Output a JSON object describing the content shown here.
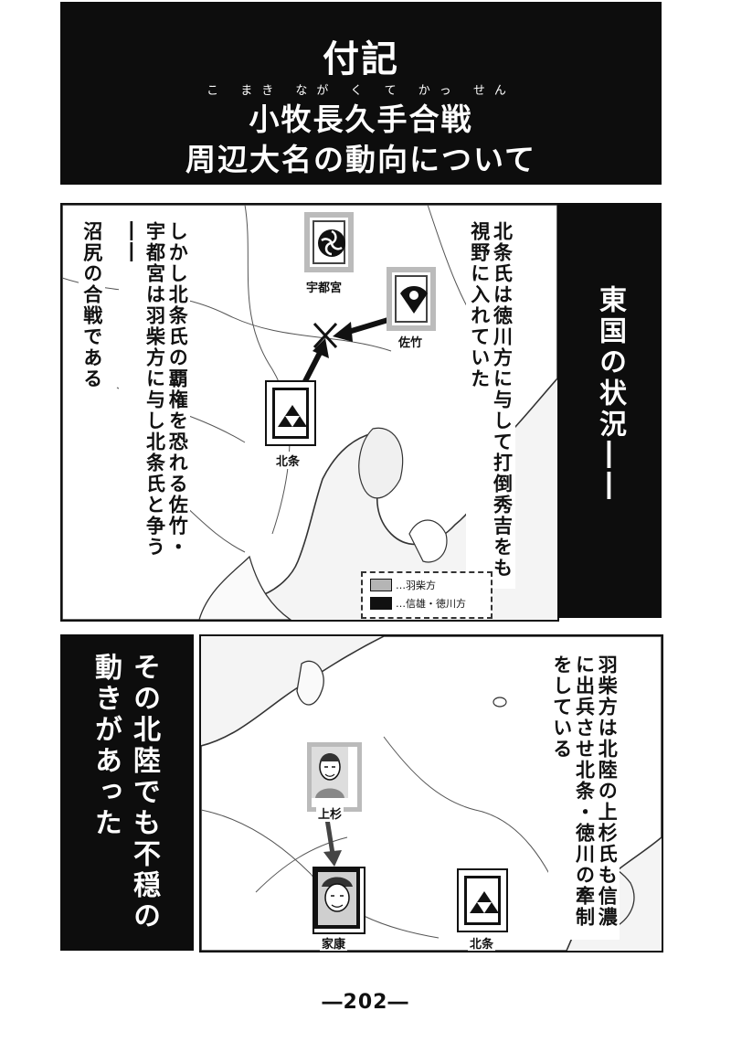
{
  "banner": {
    "title": "付記",
    "ruby": "こ まき なが く て かっ せん",
    "subtitle": "小牧長久手合戦",
    "subtitle2": "周辺大名の動向について"
  },
  "east": {
    "heading": "東国の状況――",
    "caption_right": "北条氏は徳川方に与して打倒秀吉をも視野に入れていた",
    "caption_left_1": "しかし北条氏の覇権を恐れる佐竹・宇都宮は羽柴方に与し北条氏と争う――",
    "caption_left_2": "沼尻の合戦である",
    "label_utsunomiya": "宇都宮",
    "label_satake": "佐竹",
    "label_hojo": "北条",
    "legend_hashiba": "…羽柴方",
    "legend_nobukatsu": "…信雄・徳川方",
    "colors": {
      "hashiba": "#b5b5b5",
      "tokugawa": "#111111"
    }
  },
  "hokuriku": {
    "heading": "その北陸でも不穏の動きがあった",
    "caption": "羽柴方は北陸の上杉氏も信濃に出兵させ北条・徳川の牽制をしている",
    "label_uesugi": "上杉",
    "label_ieyasu": "家康",
    "label_hojo": "北条"
  },
  "page_number": "―202―"
}
